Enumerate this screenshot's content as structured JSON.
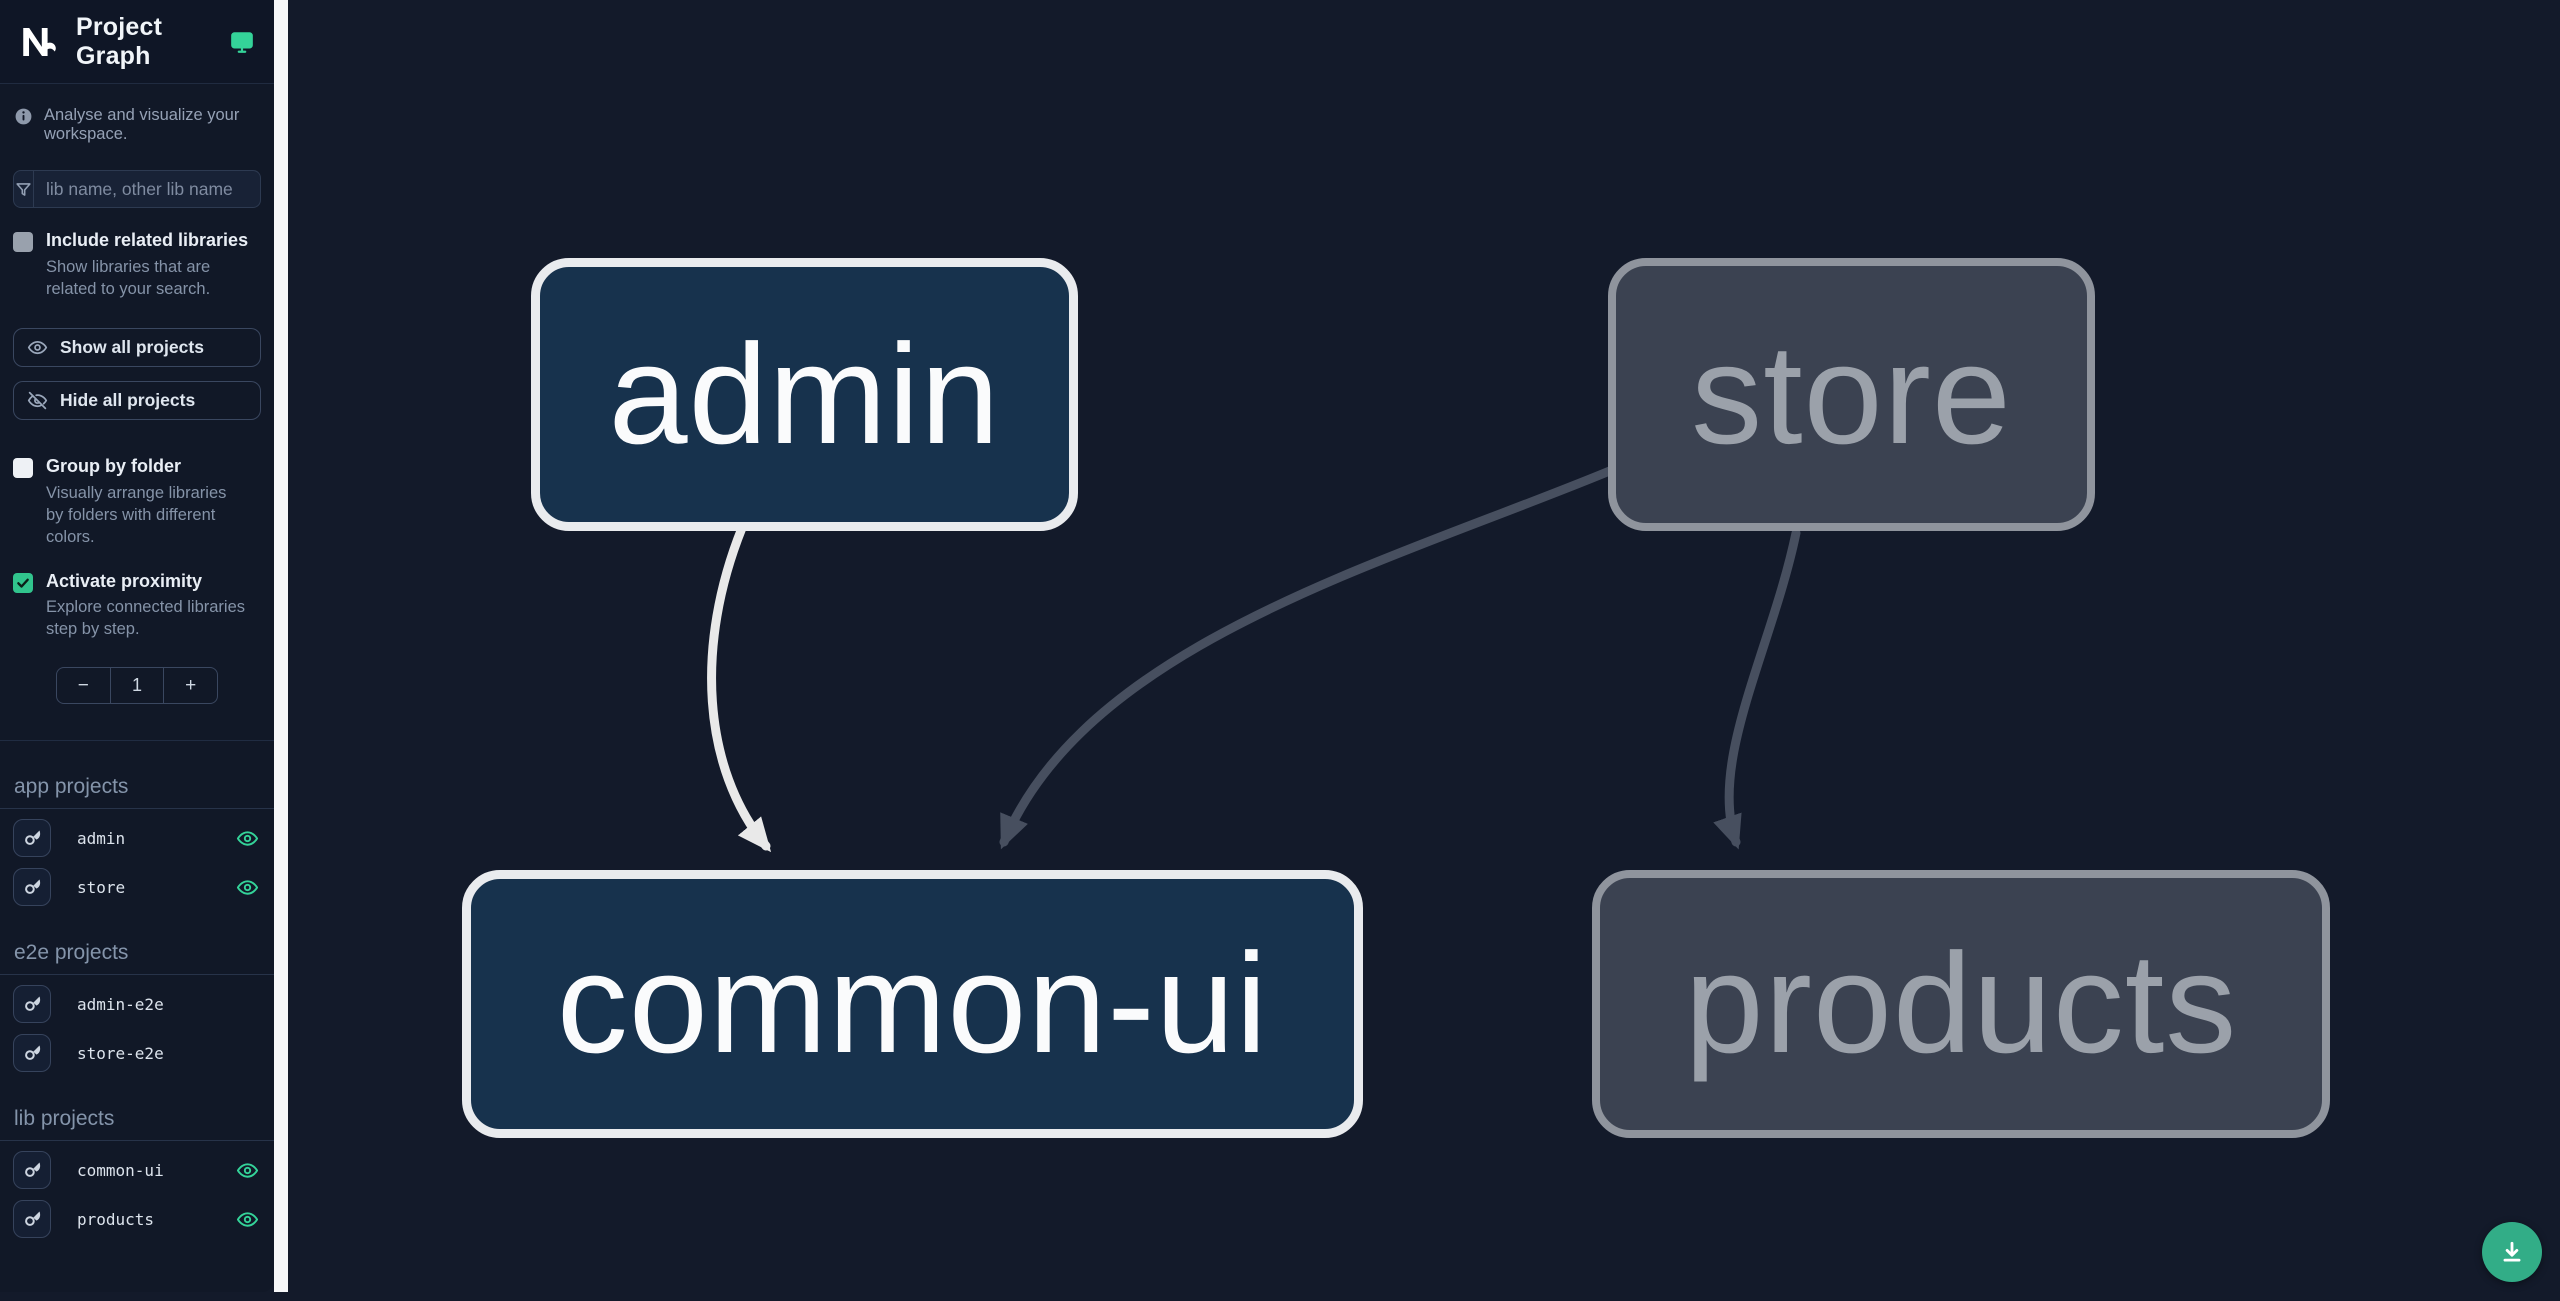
{
  "app": {
    "title": "Project Graph"
  },
  "sidebar": {
    "tagline": "Analyse and visualize your workspace.",
    "search_placeholder": "lib name, other lib name",
    "include_related": {
      "label": "Include related libraries",
      "description": "Show libraries that are related to your search.",
      "checked": false
    },
    "show_all_label": "Show all projects",
    "hide_all_label": "Hide all projects",
    "group_by_folder": {
      "label": "Group by folder",
      "description": "Visually arrange libraries by folders with different colors.",
      "checked": false
    },
    "activate_proximity": {
      "label": "Activate proximity",
      "description": "Explore connected libraries step by step.",
      "checked": true
    },
    "proximity_stepper": {
      "decrement_label": "−",
      "value": "1",
      "increment_label": "+"
    },
    "sections": [
      {
        "title": "app projects",
        "items": [
          {
            "name": "admin",
            "eye_visible": true
          },
          {
            "name": "store",
            "eye_visible": true
          }
        ]
      },
      {
        "title": "e2e projects",
        "items": [
          {
            "name": "admin-e2e",
            "eye_visible": false
          },
          {
            "name": "store-e2e",
            "eye_visible": false
          }
        ]
      },
      {
        "title": "lib projects",
        "items": [
          {
            "name": "common-ui",
            "eye_visible": true
          },
          {
            "name": "products",
            "eye_visible": true
          }
        ]
      }
    ]
  },
  "graph": {
    "nodes": [
      {
        "id": "admin",
        "label": "admin",
        "state": "focused"
      },
      {
        "id": "store",
        "label": "store",
        "state": "unfocused"
      },
      {
        "id": "common-ui",
        "label": "common-ui",
        "state": "focused"
      },
      {
        "id": "products",
        "label": "products",
        "state": "unfocused"
      }
    ],
    "edges": [
      {
        "from": "admin",
        "to": "common-ui",
        "emphasis": "highlighted"
      },
      {
        "from": "store",
        "to": "common-ui",
        "emphasis": "muted"
      },
      {
        "from": "store",
        "to": "products",
        "emphasis": "muted"
      }
    ]
  },
  "colors": {
    "accent_teal": "#34d399",
    "fab_green": "#32ad87",
    "focused_node_fill": "#17324d",
    "focused_node_border": "#e9ebee",
    "muted_node_fill": "#3b4251",
    "muted_node_border": "#8f949d",
    "edge_light": "#e9e9e9",
    "edge_muted": "#474f5f",
    "sidebar_bg": "#111827",
    "canvas_bg": "#131a2a"
  }
}
